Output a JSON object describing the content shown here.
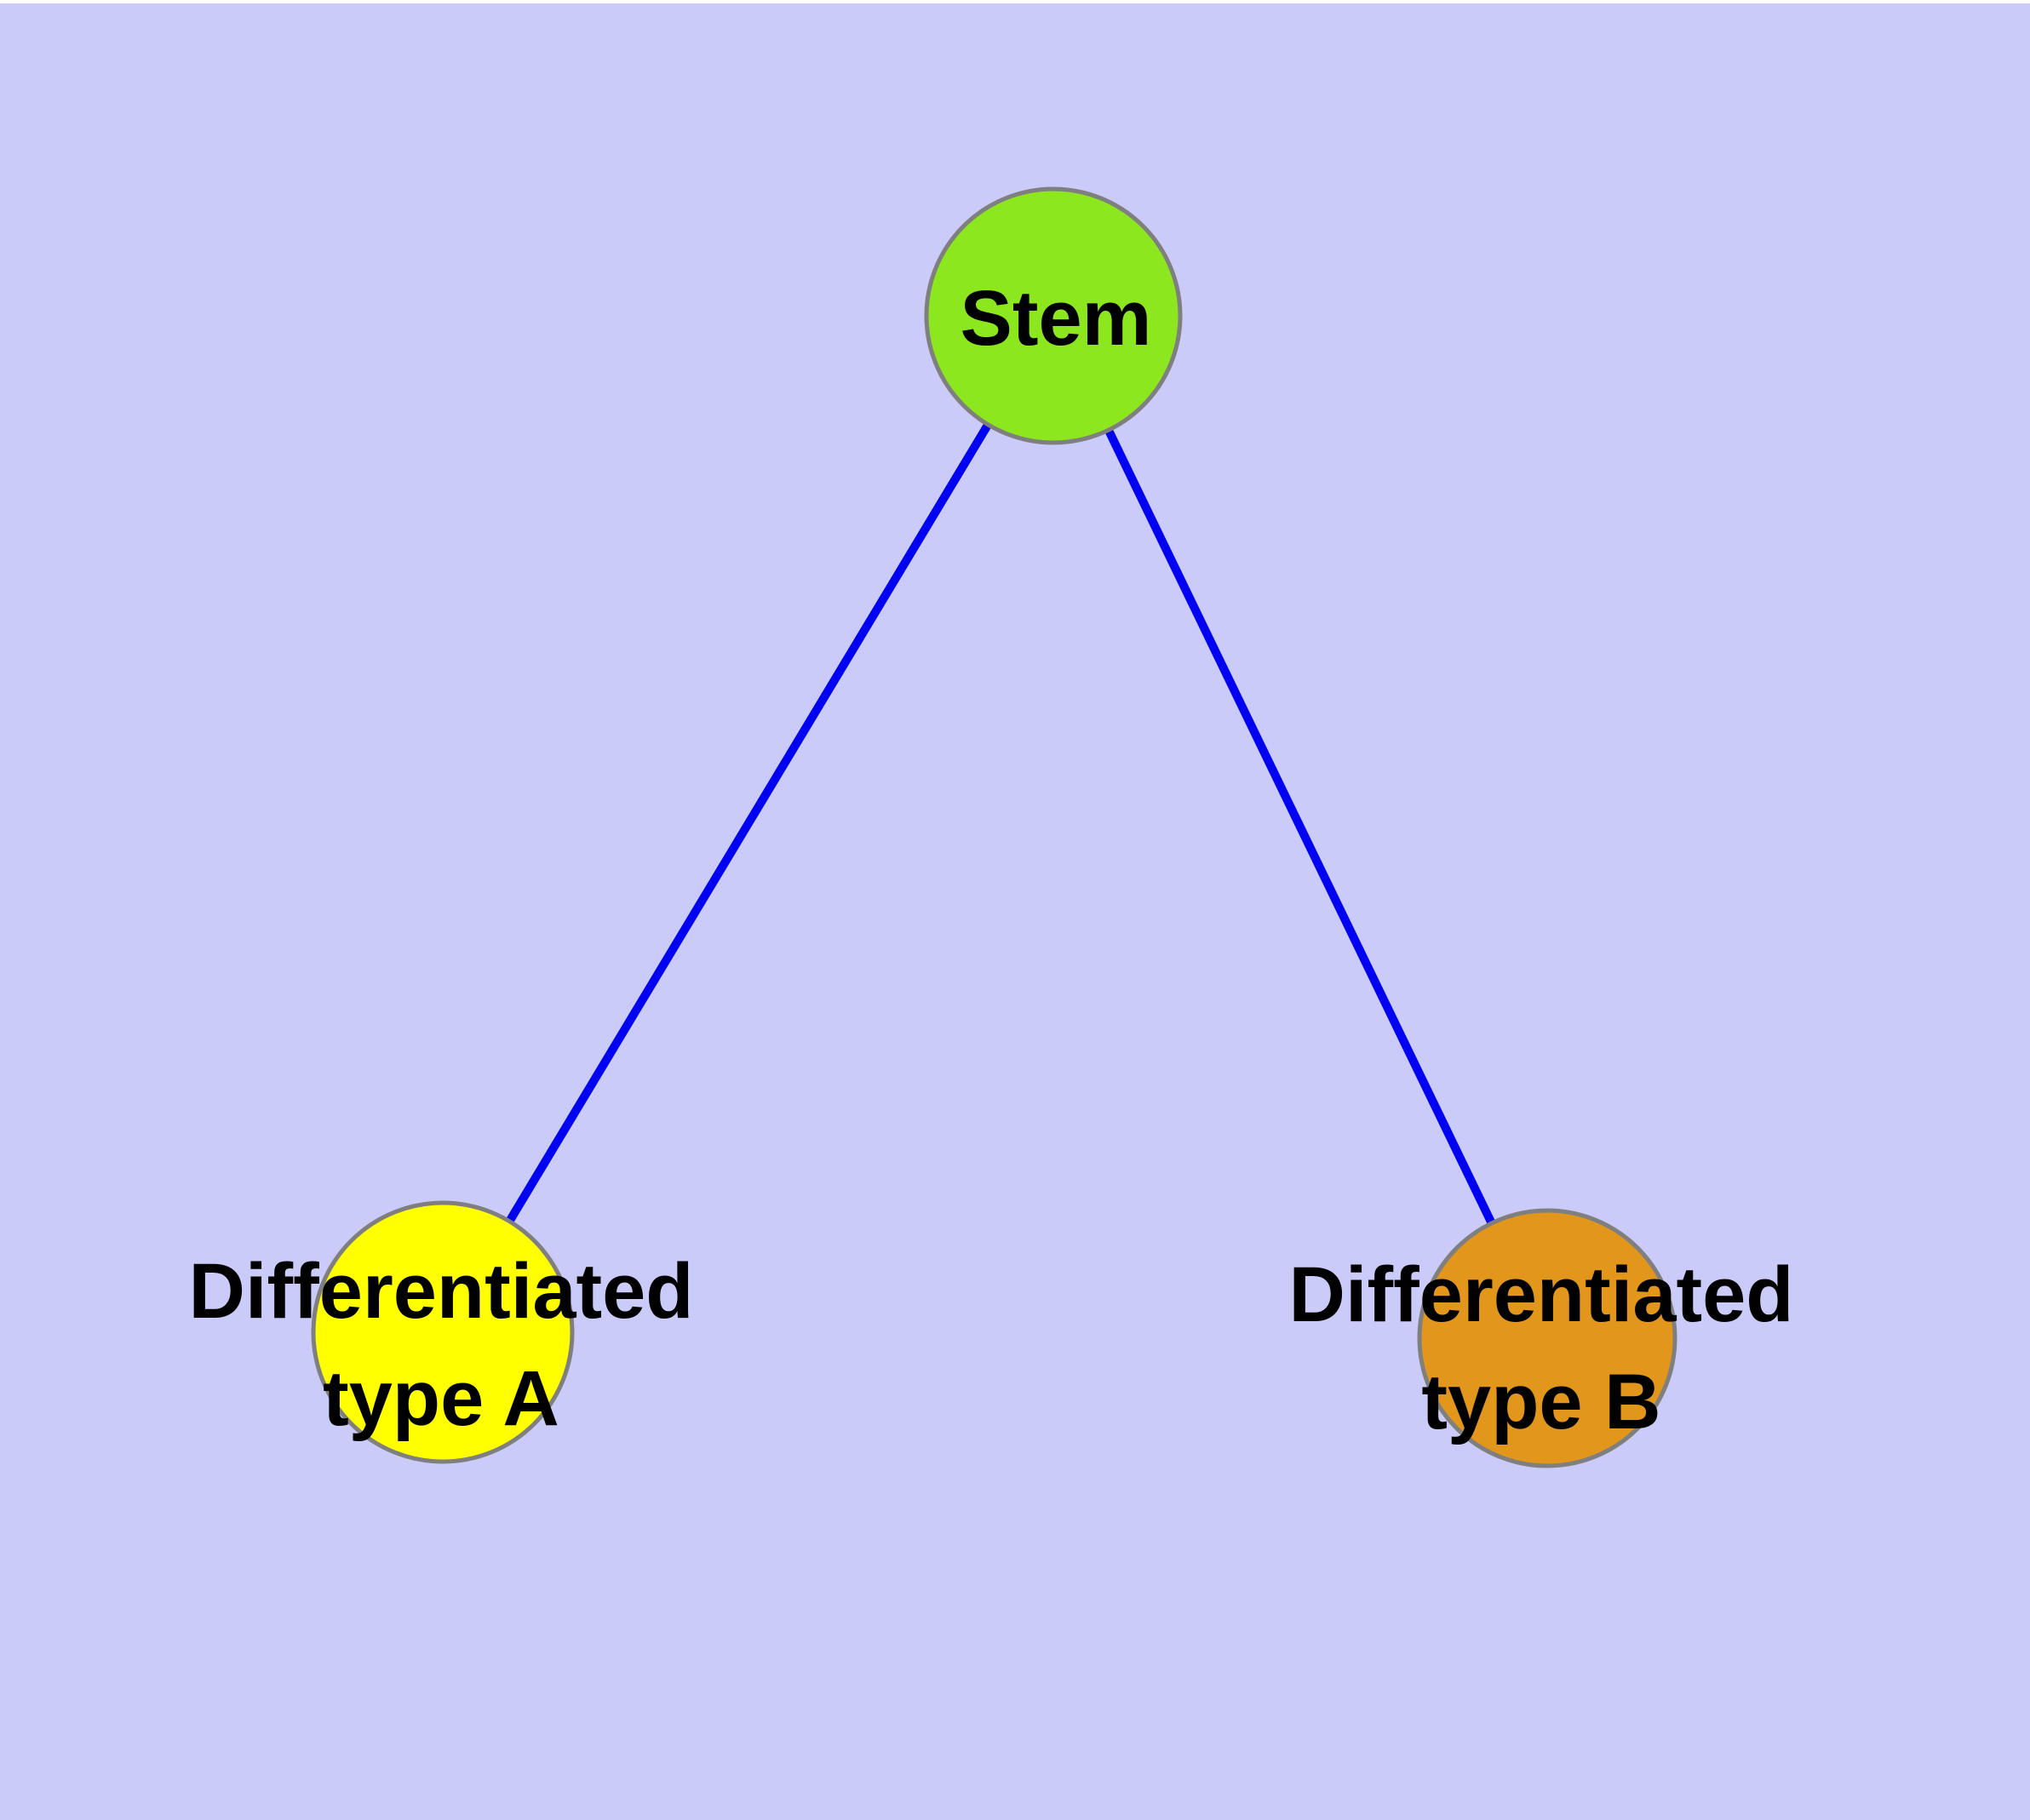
{
  "diagram": {
    "type": "node-link-graph",
    "background_color": "#cbcbfa",
    "top_margin_color": "#ffffff",
    "edge_color": "#0000f2",
    "node_border_color": "#7f7f7f",
    "label_color": "#000000",
    "nodes": [
      {
        "id": "stem",
        "label_lines": [
          "Stem"
        ],
        "fill_color": "#8de71e"
      },
      {
        "id": "differentiated-type-a",
        "label_lines": [
          "Differentiated",
          "type A"
        ],
        "fill_color": "#ffff00"
      },
      {
        "id": "differentiated-type-b",
        "label_lines": [
          "Differentiated",
          "type B"
        ],
        "fill_color": "#e3961c"
      }
    ],
    "edges": [
      {
        "from": "stem",
        "to": "differentiated-type-a"
      },
      {
        "from": "stem",
        "to": "differentiated-type-b"
      }
    ]
  }
}
